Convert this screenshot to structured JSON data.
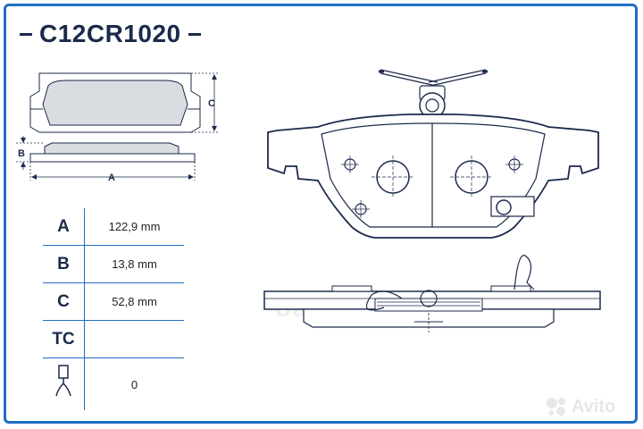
{
  "part_number": "C12CR1020",
  "dimensions": {
    "labels": {
      "a": "A",
      "b": "B",
      "c": "C"
    }
  },
  "specs": [
    {
      "key": "A",
      "value": "122,9 mm"
    },
    {
      "key": "B",
      "value": "13,8 mm"
    },
    {
      "key": "C",
      "value": "52,8 mm"
    },
    {
      "key": "TC",
      "value": ""
    }
  ],
  "sensor": {
    "icon": "wear-sensor-icon",
    "value": "0"
  },
  "background_text": "оарс",
  "watermark": {
    "text": "Avito",
    "icon": "avito-logo-icon"
  },
  "colors": {
    "frame": "#1f6fc4",
    "ink": "#1b2a4a",
    "pad_fill": "#d9dde2"
  }
}
